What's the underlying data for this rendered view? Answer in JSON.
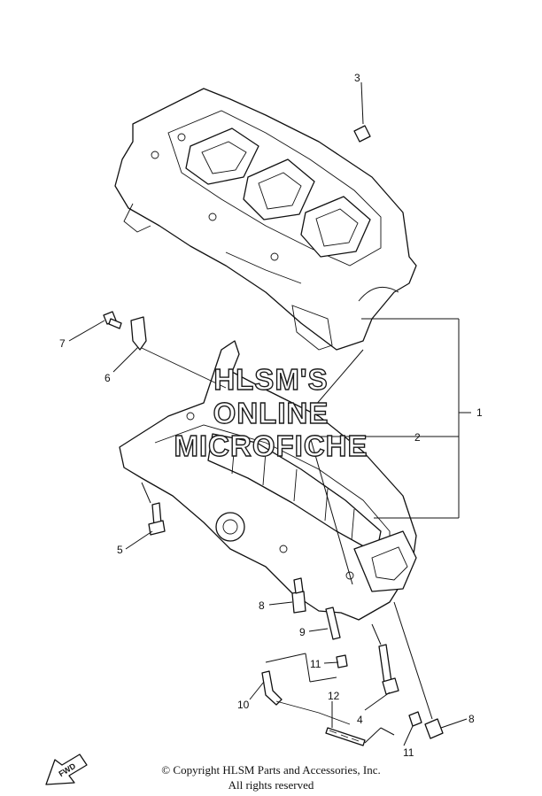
{
  "callouts": [
    "1",
    "2",
    "3",
    "4",
    "5",
    "6",
    "7",
    "8",
    "8",
    "9",
    "10",
    "11",
    "11",
    "12"
  ],
  "watermark": {
    "line1": "HLSM'S",
    "line2": "ONLINE",
    "line3": "MICROFICHE"
  },
  "fwd_label": "FWD",
  "copyright": {
    "line1": "© Copyright HLSM Parts and Accessories, Inc.",
    "line2": "All rights reserved"
  }
}
